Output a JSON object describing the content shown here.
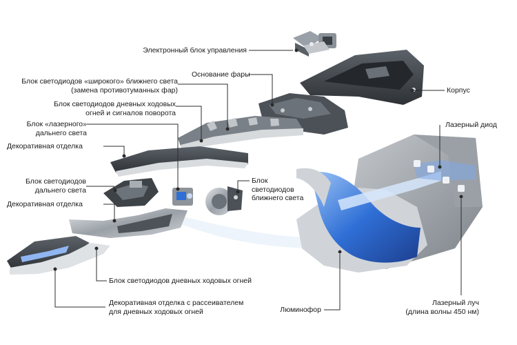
{
  "labels": {
    "ecu": "Электронный блок управления",
    "wide_led_1": "Блок светодиодов «широкого» ближнего света",
    "wide_led_2": "(замена противотуманных фар)",
    "base": "Основание фары",
    "drl_turn_1": "Блок светодиодов дневных ходовых",
    "drl_turn_2": "огней и сигналов поворота",
    "laser_hb_1": "Блок «лазерного»",
    "laser_hb_2": "дальнего света",
    "trim_1": "Декоративная отделка",
    "hb_led_1": "Блок светодиодов",
    "hb_led_2": "дальнего света",
    "trim_2": "Декоративная отделка",
    "lb_led_1": "Блок",
    "lb_led_2": "светодиодов",
    "lb_led_3": "ближнего света",
    "housing": "Корпус",
    "laser_diode": "Лазерный диод",
    "drl_led": "Блок светодиодов дневных ходовых огней",
    "trim_diffuser_1": "Декоративная отделка с рассеивателем",
    "trim_diffuser_2": "для дневных ходовых огней",
    "phosphor": "Люминофор",
    "laser_beam_1": "Лазерный луч",
    "laser_beam_2": "(длина волны 450 нм)"
  },
  "colors": {
    "part_dark": "#3f444a",
    "part_mid": "#6b7178",
    "part_light": "#b9bec4",
    "laser_blue": "#2f6fd6",
    "laser_light": "#8fb6f0",
    "leader": "#2b2b2b"
  }
}
